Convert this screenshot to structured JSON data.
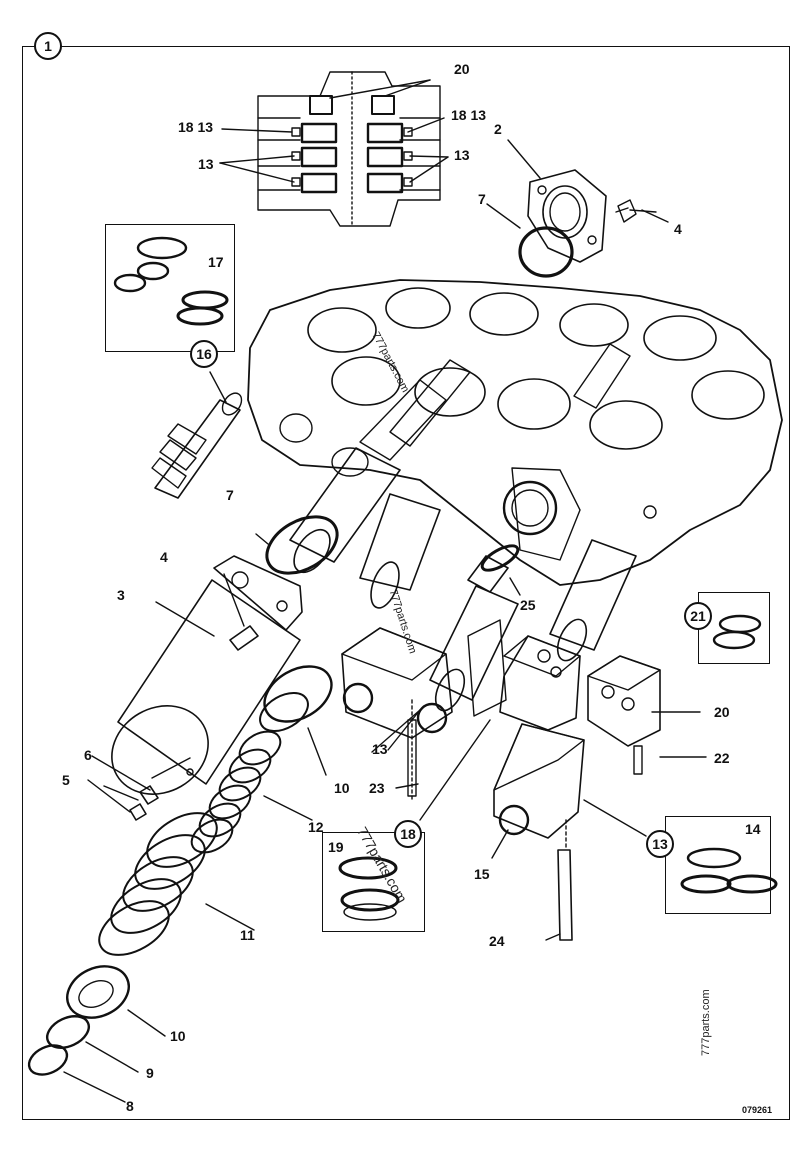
{
  "sheet": {
    "figure_number": "1",
    "drawing_number": "079261",
    "watermarks": [
      "777parts.com",
      "777parts.com",
      "777parts.com",
      "777parts.com"
    ]
  },
  "callouts": {
    "c20_top": "20",
    "c18_13_left": "18 13",
    "c18_13_right": "18 13",
    "c13_left": "13",
    "c13_right": "13",
    "c2": "2",
    "c7_top": "7",
    "c4_top": "4",
    "c17": "17",
    "c16": "16",
    "c7_mid": "7",
    "c4_mid": "4",
    "c3": "3",
    "c25": "25",
    "c21": "21",
    "c20_right": "20",
    "c13_bottom": "13",
    "c22": "22",
    "c23": "23",
    "c10_mid": "10",
    "c12": "12",
    "c6": "6",
    "c5": "5",
    "c18": "18",
    "c19": "19",
    "c13_circ": "13",
    "c14": "14",
    "c15": "15",
    "c11": "11",
    "c24": "24",
    "c10_bottom": "10",
    "c9": "9",
    "c8": "8"
  }
}
